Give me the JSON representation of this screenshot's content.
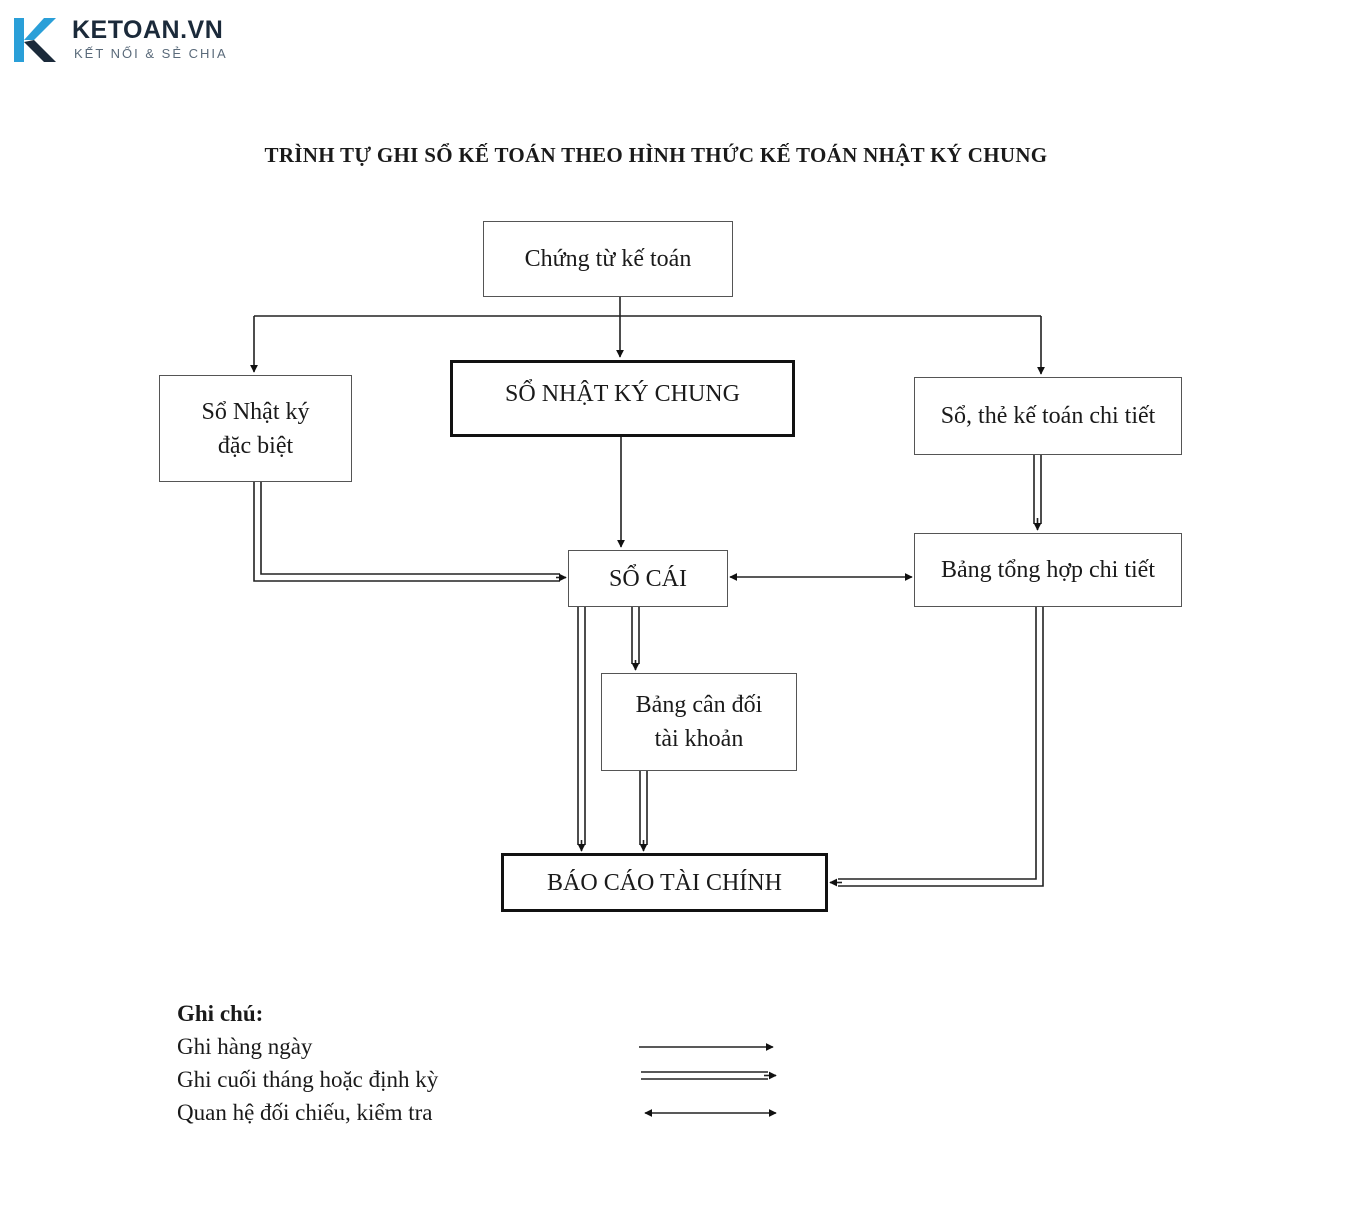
{
  "logo": {
    "brand": "KETOAN.VN",
    "tagline": "KẾT NỐI & SẺ CHIA",
    "accent_color": "#2a9fd8",
    "dark_color": "#1b2a3a"
  },
  "title": "TRÌNH TỰ GHI SỔ KẾ TOÁN THEO HÌNH THỨC KẾ TOÁN NHẬT KÝ CHUNG",
  "nodes": {
    "chung_tu": "Chứng từ kế toán",
    "so_nhat_ky_dac_biet_1": "Sổ Nhật ký",
    "so_nhat_ky_dac_biet_2": "đặc biệt",
    "so_nhat_ky_chung": "SỔ NHẬT KÝ CHUNG",
    "so_the_chi_tiet": "Sổ, thẻ kế toán chi tiết",
    "so_cai": "SỔ CÁI",
    "bang_tong_hop": "Bảng tổng hợp chi tiết",
    "bang_can_doi_1": "Bảng cân đối",
    "bang_can_doi_2": "tài khoản",
    "bao_cao": "BÁO CÁO TÀI CHÍNH"
  },
  "legend": {
    "heading": "Ghi chú:",
    "items": [
      {
        "label": "Ghi hàng ngày",
        "arrow": "single"
      },
      {
        "label": "Ghi cuối tháng hoặc định kỳ",
        "arrow": "double"
      },
      {
        "label": "Quan hệ đối chiếu, kiểm tra",
        "arrow": "bidirectional"
      }
    ]
  }
}
